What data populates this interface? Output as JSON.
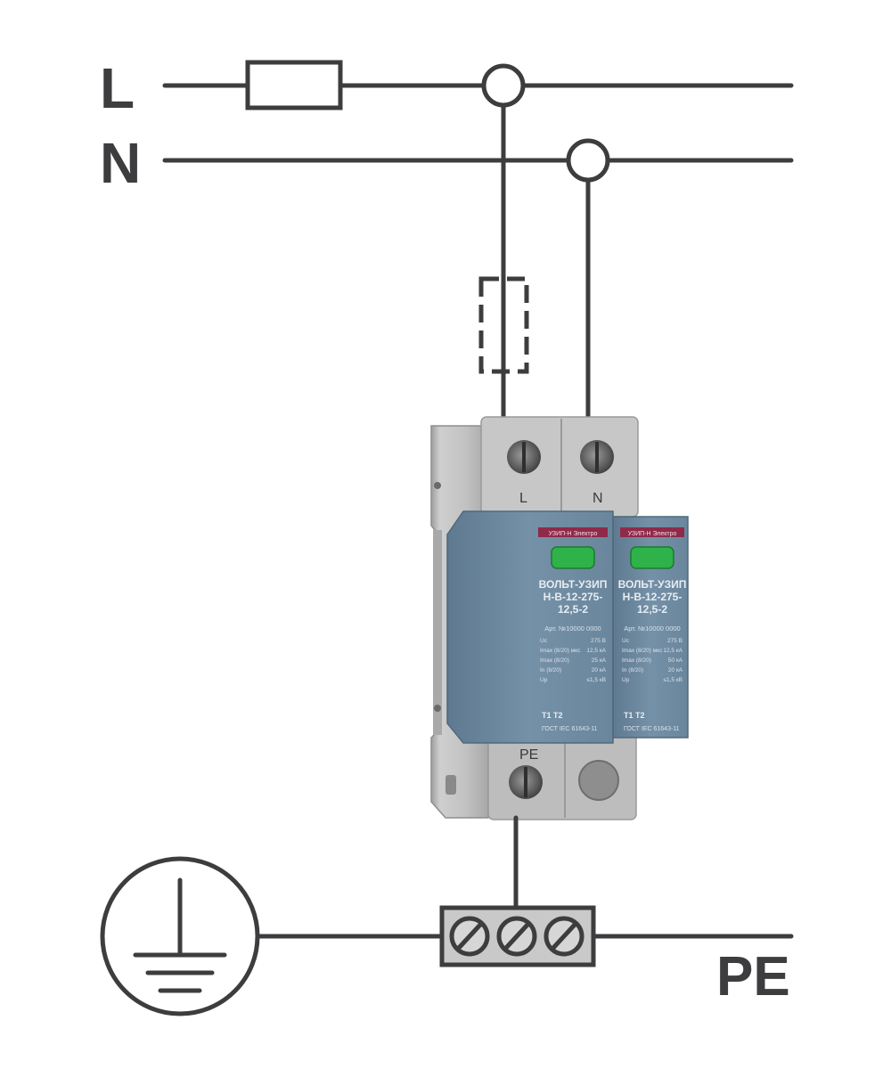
{
  "diagram": {
    "bus_labels": {
      "line": "L",
      "neutral": "N",
      "protective_earth": "PE"
    },
    "device": {
      "top_terminal_labels": [
        "L",
        "N"
      ],
      "bottom_terminal_label": "PE",
      "modules": [
        {
          "brand_strip": "УЗИП-Н Электро",
          "title_lines": [
            "ВОЛЬТ-УЗИП",
            "Н-В-12-275-",
            "12,5-2"
          ],
          "article": "Арт. №10000 0000",
          "spec_rows": [
            {
              "label": "Uc",
              "value": "275 В"
            },
            {
              "label": "Imax (8/20) мкс",
              "value": "12,5 кА"
            },
            {
              "label": "Imax (8/20)",
              "value": "25 кА"
            },
            {
              "label": "In (8/20)",
              "value": "20 кА"
            },
            {
              "label": "Up",
              "value": "≤1,5 кВ"
            }
          ],
          "class_mark": "T1 T2",
          "standard": "ГОСТ IEC 61643-11"
        },
        {
          "brand_strip": "УЗИП-Н Электро",
          "title_lines": [
            "ВОЛЬТ-УЗИП",
            "Н-В-12-275-",
            "12,5-2"
          ],
          "article": "Арт. №10000 0000",
          "spec_rows": [
            {
              "label": "Uc",
              "value": "275 В"
            },
            {
              "label": "Imax (8/20) мкс",
              "value": "12,5 кА"
            },
            {
              "label": "Imax (8/20)",
              "value": "50 кА"
            },
            {
              "label": "In (8/20)",
              "value": "20 кА"
            },
            {
              "label": "Up",
              "value": "≤1,5 кВ"
            }
          ],
          "class_mark": "T1 T2",
          "standard": "ГОСТ IEC 61643-11"
        }
      ]
    },
    "colors": {
      "wire": "#3d3d3f",
      "module_front": "#6f8aa0",
      "housing_grey": "#c4c4c4",
      "indicator_green": "#2fb24a",
      "brand_strip": "#8f2a4a",
      "terminal_block": "#c9c9c9"
    }
  }
}
